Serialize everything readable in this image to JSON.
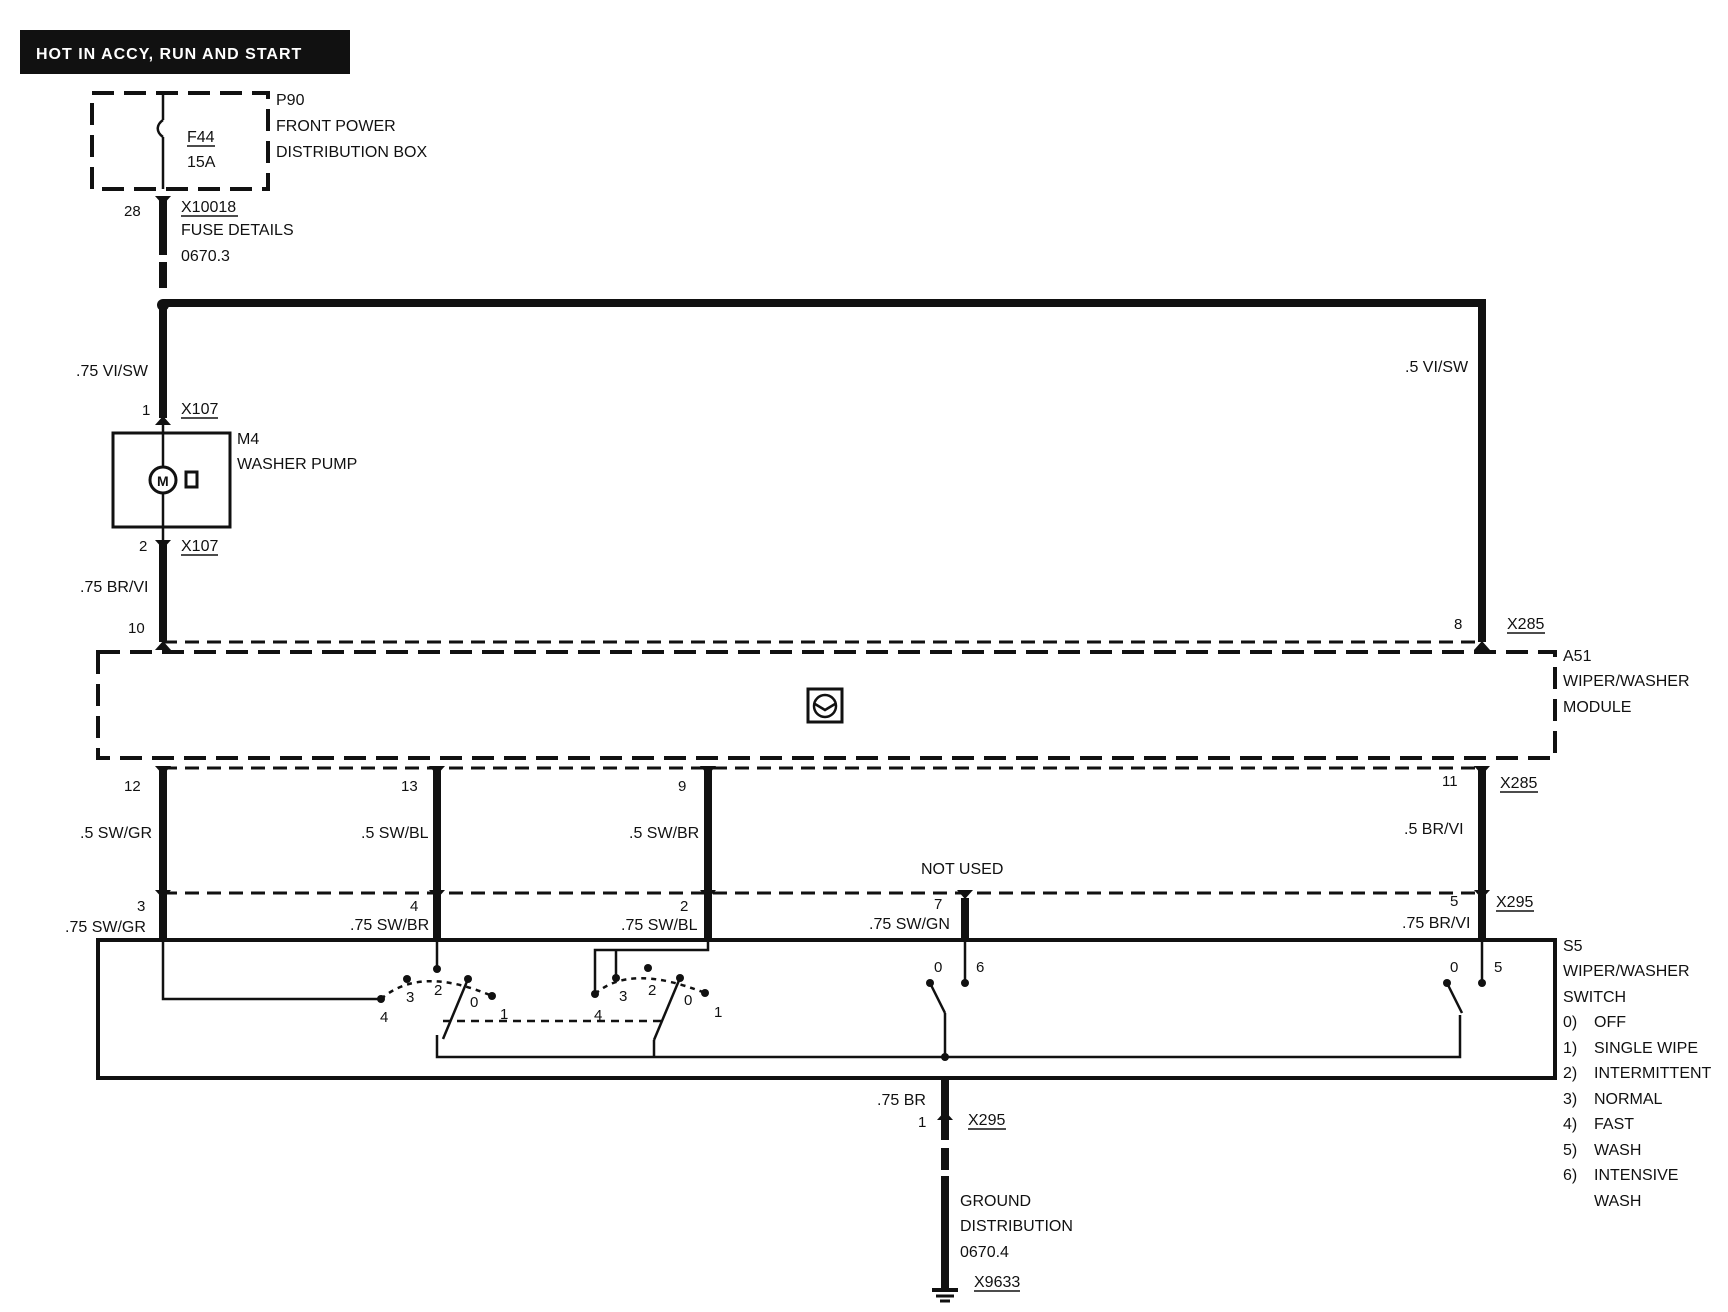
{
  "header": {
    "title": "HOT IN ACCY, RUN AND START"
  },
  "p90": {
    "id": "P90",
    "name_line1": "FRONT POWER",
    "name_line2": "DISTRIBUTION BOX",
    "fuse_id": "F44",
    "fuse_rating": "15A",
    "pin": "28",
    "connector": "X10018",
    "ref_line1": "FUSE DETAILS",
    "ref_line2": "0670.3"
  },
  "wires": {
    "vi_sw_left": ".75 VI/SW",
    "vi_sw_right": ".5 VI/SW",
    "br_vi_pump": ".75 BR/VI",
    "sw_gr_top": ".5 SW/GR",
    "sw_bl_top": ".5 SW/BL",
    "sw_br_top": ".5 SW/BR",
    "br_vi_top": ".5 BR/VI",
    "sw_gr_bottom": ".75 SW/GR",
    "sw_br_bottom": ".75 SW/BR",
    "sw_bl_bottom": ".75 SW/BL",
    "sw_gn_bottom": ".75 SW/GN",
    "br_vi_bottom": ".75 BR/VI",
    "br_ground": ".75 BR"
  },
  "m4": {
    "id": "M4",
    "name": "WASHER PUMP",
    "connector_top": "X107",
    "pin_top": "1",
    "connector_bottom": "X107",
    "pin_bottom": "2",
    "motor_letter": "M"
  },
  "a51": {
    "id": "A51",
    "name_line1": "WIPER/WASHER",
    "name_line2": "MODULE",
    "connector": "X285",
    "pins_top": {
      "left": "10",
      "right": "8"
    },
    "pins_bottom": {
      "p12": "12",
      "p13": "13",
      "p9": "9",
      "p11": "11"
    },
    "connector_bottom": "X285"
  },
  "x295": {
    "connector": "X295",
    "pins": {
      "p3": "3",
      "p4": "4",
      "p2": "2",
      "p7": "7",
      "p5": "5"
    },
    "not_used": "NOT USED"
  },
  "s5": {
    "id": "S5",
    "name_line1": "WIPER/WASHER",
    "name_line2": "SWITCH",
    "legend": [
      {
        "num": "0)",
        "text": "OFF"
      },
      {
        "num": "1)",
        "text": "SINGLE WIPE"
      },
      {
        "num": "2)",
        "text": "INTERMITTENT"
      },
      {
        "num": "3)",
        "text": "NORMAL"
      },
      {
        "num": "4)",
        "text": "FAST"
      },
      {
        "num": "5)",
        "text": "WASH"
      },
      {
        "num": "6)",
        "text": "INTENSIVE"
      },
      {
        "num": "",
        "text": "WASH"
      }
    ],
    "sw1_positions": [
      "4",
      "3",
      "2",
      "0",
      "1"
    ],
    "sw2_positions": [
      "4",
      "3",
      "2",
      "0",
      "1"
    ],
    "sw3_positions": [
      "0",
      "6"
    ],
    "sw4_positions": [
      "0",
      "5"
    ]
  },
  "ground": {
    "pin": "1",
    "connector": "X295",
    "line1": "GROUND",
    "line2": "DISTRIBUTION",
    "line3": "0670.4",
    "ground_point": "X9633"
  }
}
